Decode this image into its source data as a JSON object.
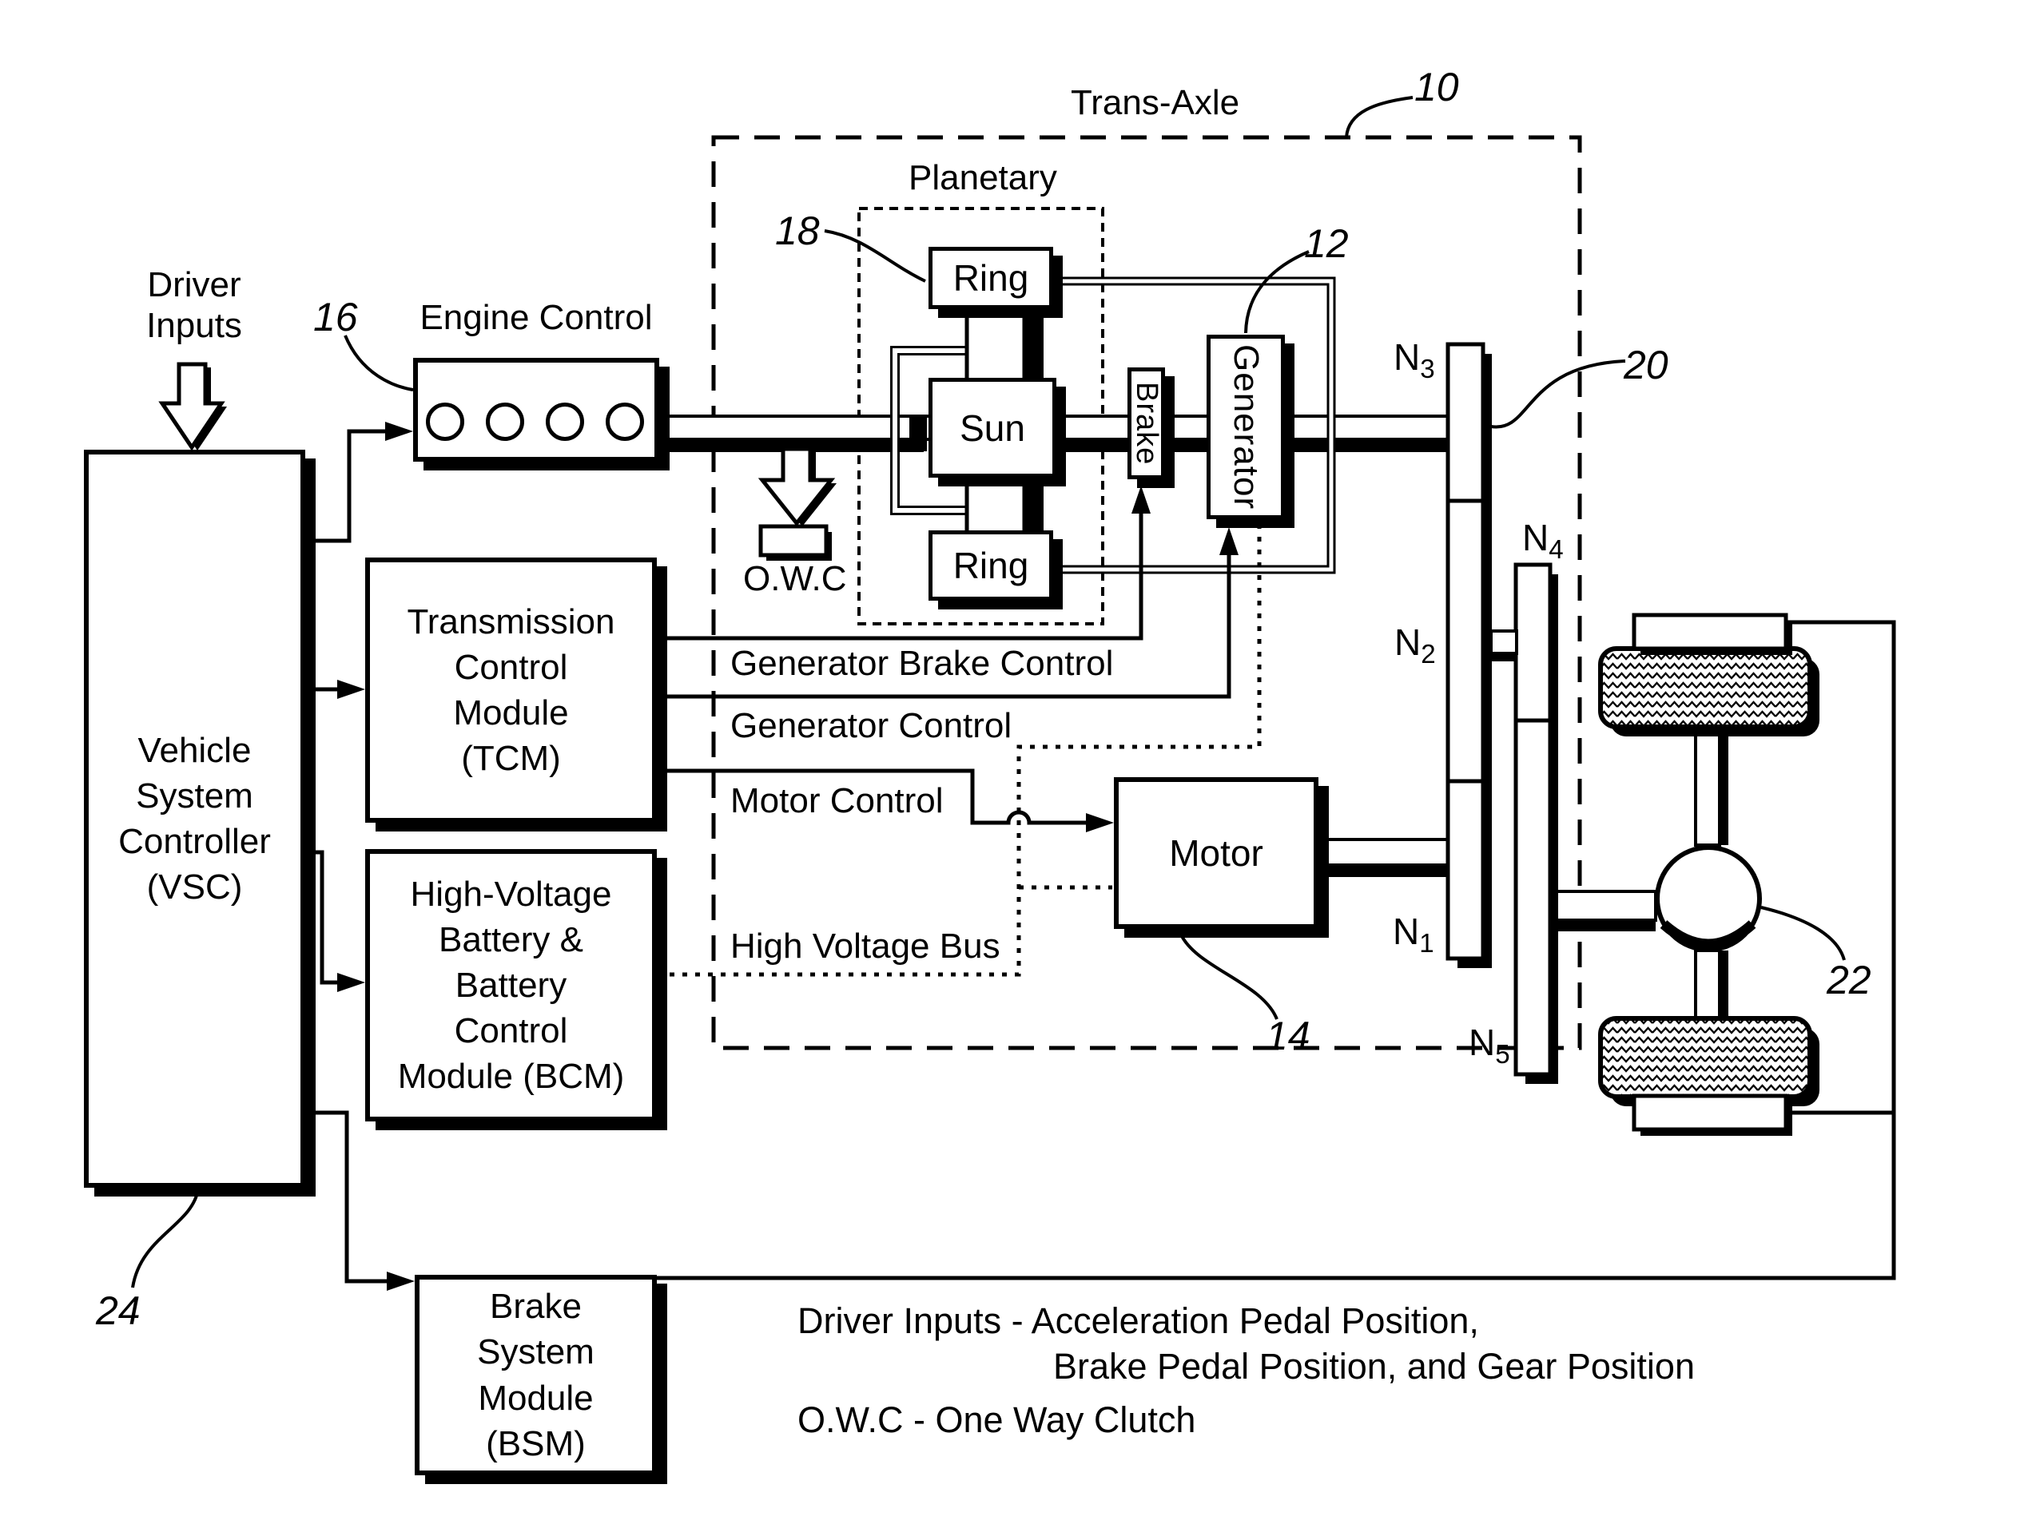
{
  "page": {
    "background": "#ffffff",
    "ink": "#000000"
  },
  "labels": {
    "driver_inputs_line1": "Driver",
    "driver_inputs_line2": "Inputs",
    "engine_control": "Engine Control",
    "trans_axle": "Trans-Axle",
    "planetary": "Planetary",
    "owc": "O.W.C"
  },
  "ref_numerals": {
    "r10": "10",
    "r12": "12",
    "r14": "14",
    "r16": "16",
    "r18": "18",
    "r20": "20",
    "r22": "22",
    "r24": "24"
  },
  "planetary_gear": {
    "ring_top": "Ring",
    "sun": "Sun",
    "ring_bottom": "Ring"
  },
  "machines": {
    "brake": "Brake",
    "generator": "Generator",
    "motor": "Motor"
  },
  "modules": {
    "vsc": [
      "Vehicle",
      "System",
      "Controller",
      "(VSC)"
    ],
    "tcm": [
      "Transmission",
      "Control",
      "Module",
      "(TCM)"
    ],
    "bcm": [
      "High-Voltage",
      "Battery &",
      "Battery",
      "Control",
      "Module (BCM)"
    ],
    "bsm": [
      "Brake",
      "System",
      "Module",
      "(BSM)"
    ]
  },
  "control_lines": {
    "generator_brake_control": "Generator Brake Control",
    "generator_control": "Generator Control",
    "motor_control": "Motor Control",
    "high_voltage_bus": "High Voltage Bus"
  },
  "gear_ratios": {
    "n1": {
      "base": "N",
      "sub": "1"
    },
    "n2": {
      "base": "N",
      "sub": "2"
    },
    "n3": {
      "base": "N",
      "sub": "3"
    },
    "n4": {
      "base": "N",
      "sub": "4"
    },
    "n5": {
      "base": "N",
      "sub": "5"
    }
  },
  "footnotes": {
    "driver_inputs_note_line1": "Driver Inputs - Acceleration Pedal Position,",
    "driver_inputs_note_line2": "Brake Pedal Position, and Gear Position",
    "owc_note": "O.W.C - One Way Clutch"
  }
}
